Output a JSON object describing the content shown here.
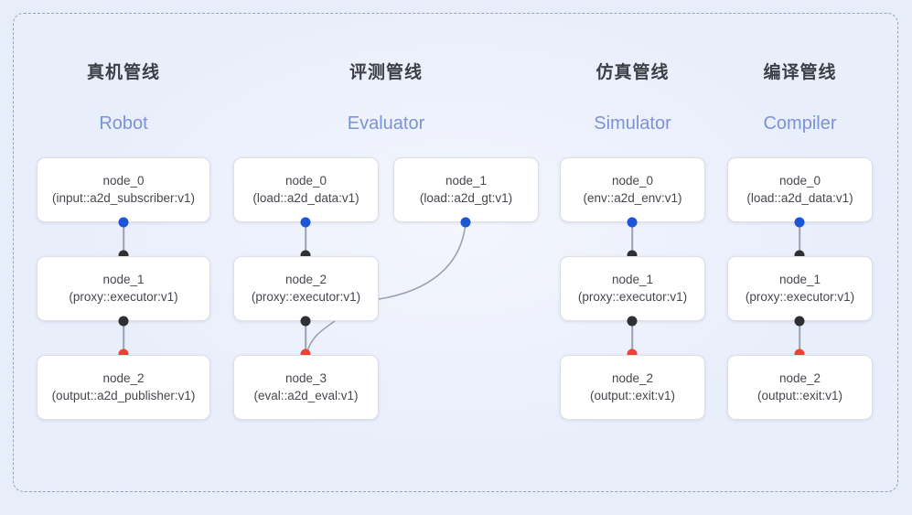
{
  "diagram": {
    "background_color": "#e8edfa",
    "frame_color": "#9aa3b5",
    "accent_blue": "#7b93d8",
    "port_colors": {
      "input": "#1a56d6",
      "middle": "#2f3033",
      "output": "#ef4136"
    }
  },
  "columns": [
    {
      "title_cn": "真机管线",
      "title_en": "Robot",
      "nodes": [
        {
          "name": "node_0",
          "signature": "(input::a2d_subscriber:v1)"
        },
        {
          "name": "node_1",
          "signature": "(proxy::executor:v1)"
        },
        {
          "name": "node_2",
          "signature": "(output::a2d_publisher:v1)"
        }
      ]
    },
    {
      "title_cn": "评测管线",
      "title_en": "Evaluator",
      "nodes": [
        {
          "name": "node_0",
          "signature": "(load::a2d_data:v1)"
        },
        {
          "name": "node_1",
          "signature": "(load::a2d_gt:v1)"
        },
        {
          "name": "node_2",
          "signature": "(proxy::executor:v1)"
        },
        {
          "name": "node_3",
          "signature": "(eval::a2d_eval:v1)"
        }
      ]
    },
    {
      "title_cn": "仿真管线",
      "title_en": "Simulator",
      "nodes": [
        {
          "name": "node_0",
          "signature": "(env::a2d_env:v1)"
        },
        {
          "name": "node_1",
          "signature": "(proxy::executor:v1)"
        },
        {
          "name": "node_2",
          "signature": "(output::exit:v1)"
        }
      ]
    },
    {
      "title_cn": "编译管线",
      "title_en": "Compiler",
      "nodes": [
        {
          "name": "node_0",
          "signature": "(load::a2d_data:v1)"
        },
        {
          "name": "node_1",
          "signature": "(proxy::executor:v1)"
        },
        {
          "name": "node_2",
          "signature": "(output::exit:v1)"
        }
      ]
    }
  ]
}
